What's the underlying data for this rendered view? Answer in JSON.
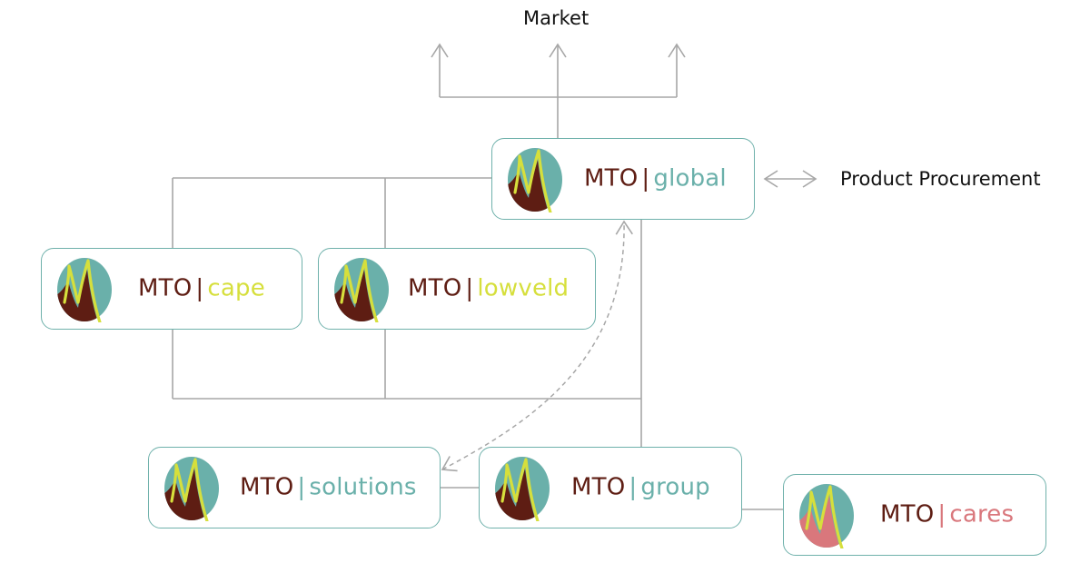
{
  "labels": {
    "market": "Market",
    "procurement": "Product Procurement"
  },
  "colors": {
    "outline": "#6fb1ab",
    "teal": "#6ab0aa",
    "lime": "#d6df3c",
    "maroon": "#5e1d13",
    "pink": "#d9777c",
    "connector": "#a7a7a7"
  },
  "nodes": {
    "global": {
      "prefix": "MTO",
      "sep": "|",
      "name": "global",
      "accent": "#6ab0aa",
      "sep_color": "#5e1d13",
      "logo_base": "#5e1d13"
    },
    "cape": {
      "prefix": "MTO",
      "sep": "|",
      "name": "cape",
      "accent": "#d6df3c",
      "sep_color": "#5e1d13",
      "logo_base": "#5e1d13"
    },
    "lowveld": {
      "prefix": "MTO",
      "sep": "|",
      "name": "lowveld",
      "accent": "#d6df3c",
      "sep_color": "#5e1d13",
      "logo_base": "#5e1d13"
    },
    "solutions": {
      "prefix": "MTO",
      "sep": "|",
      "name": "solutions",
      "accent": "#6ab0aa",
      "sep_color": "#6ab0aa",
      "logo_base": "#5e1d13"
    },
    "group": {
      "prefix": "MTO",
      "sep": "|",
      "name": "group",
      "accent": "#6ab0aa",
      "sep_color": "#6ab0aa",
      "logo_base": "#5e1d13"
    },
    "cares": {
      "prefix": "MTO",
      "sep": "|",
      "name": "cares",
      "accent": "#d9777c",
      "sep_color": "#d9777c",
      "logo_base": "#d9777c"
    }
  },
  "icons": {
    "logo": "mto-logo-icon",
    "market_arrow": "arrow-up-icon",
    "exchange_arrow": "double-arrow-icon",
    "dashed_arrow": "dashed-arrow-icon"
  }
}
